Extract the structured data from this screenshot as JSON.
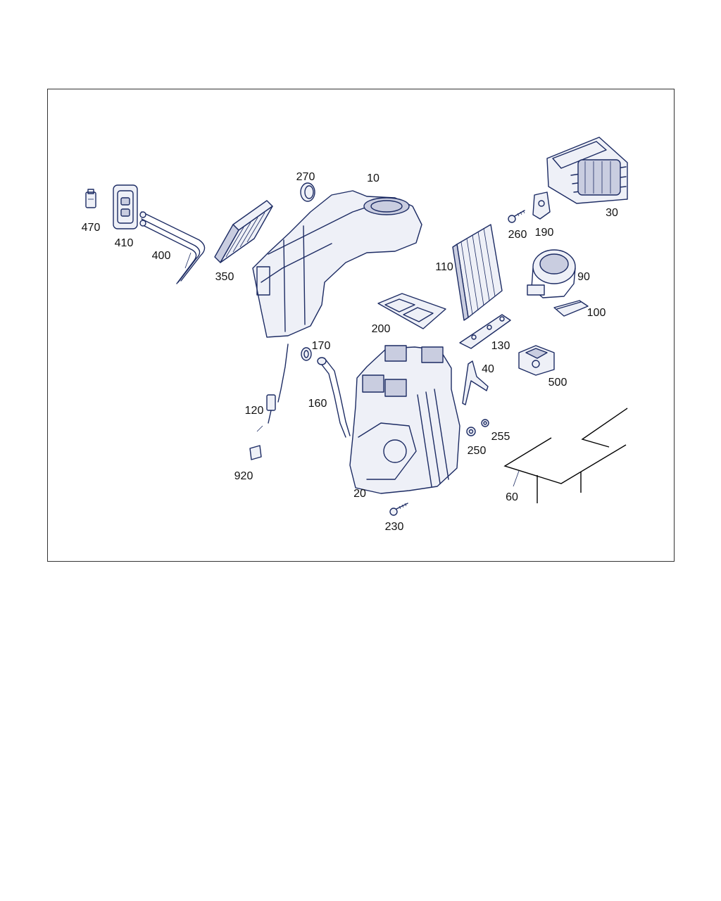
{
  "diagram": {
    "callouts": [
      {
        "id": "c10",
        "number": "10"
      },
      {
        "id": "c20",
        "number": "20"
      },
      {
        "id": "c30",
        "number": "30"
      },
      {
        "id": "c40",
        "number": "40"
      },
      {
        "id": "c60",
        "number": "60"
      },
      {
        "id": "c90",
        "number": "90"
      },
      {
        "id": "c100",
        "number": "100"
      },
      {
        "id": "c110",
        "number": "110"
      },
      {
        "id": "c120",
        "number": "120"
      },
      {
        "id": "c130",
        "number": "130"
      },
      {
        "id": "c160",
        "number": "160"
      },
      {
        "id": "c170",
        "number": "170"
      },
      {
        "id": "c190",
        "number": "190"
      },
      {
        "id": "c200",
        "number": "200"
      },
      {
        "id": "c230",
        "number": "230"
      },
      {
        "id": "c250",
        "number": "250"
      },
      {
        "id": "c255",
        "number": "255"
      },
      {
        "id": "c260",
        "number": "260"
      },
      {
        "id": "c270",
        "number": "270"
      },
      {
        "id": "c350",
        "number": "350"
      },
      {
        "id": "c400",
        "number": "400"
      },
      {
        "id": "c410",
        "number": "410"
      },
      {
        "id": "c470",
        "number": "470"
      },
      {
        "id": "c500",
        "number": "500"
      },
      {
        "id": "c920",
        "number": "920"
      }
    ],
    "colors": {
      "line_art": "#1c2b63",
      "labels": "#111111",
      "frame": "#333333"
    }
  }
}
